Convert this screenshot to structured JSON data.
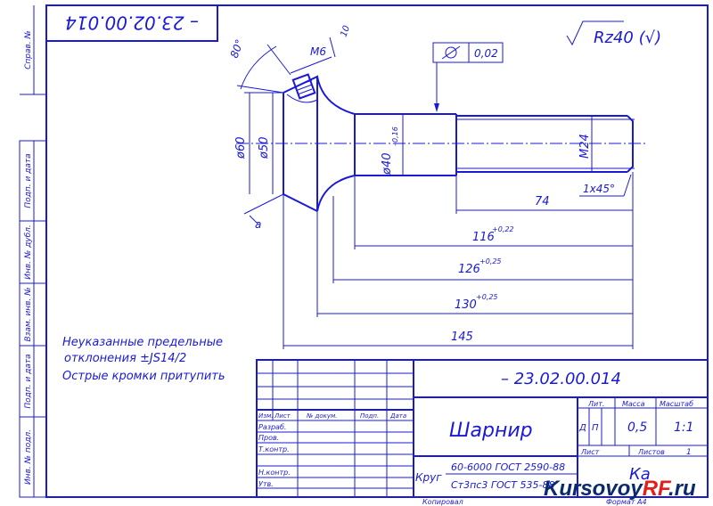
{
  "side_labels": [
    "Справ. №",
    "Подп. и дата",
    "Инв. № дубл.",
    "Взам. инв. №",
    "Подп. и дата",
    "Инв. № подл."
  ],
  "top_stamp": "– 23.02.00.014",
  "roughness": "Rz40 (√)",
  "tolerance_value": "0,02",
  "dims": {
    "angle": "80°",
    "m6": "M6",
    "ten": "10",
    "d60": "ø60",
    "d50": "ø50",
    "d40": "ø40",
    "d40_tol": "–0,16",
    "m24": "M24",
    "chamfer": "1x45°",
    "l74": "74",
    "l116": "116",
    "l116_tol": "+0,22",
    "l126": "126",
    "l126_tol": "+0,25",
    "l130": "130",
    "l130_tol": "+0,25",
    "l145": "145"
  },
  "notes": [
    "Неуказанные предельные",
    "отклонения ±JS14/2",
    "Острые кромки притупить"
  ],
  "title_block": {
    "designation": "– 23.02.00.014",
    "part_name": "Шарнир",
    "headers": [
      "Изм.",
      "Лист",
      "№ докум.",
      "Подп.",
      "Дата"
    ],
    "roles": [
      "Разраб.",
      "Пров.",
      "Т.контр.",
      "Н.контр.",
      "Утв."
    ],
    "lit_label": "Лит.",
    "mass_label": "Масса",
    "scale_label": "Масштаб",
    "lit_cells": [
      "Д",
      "П"
    ],
    "mass": "0,5",
    "scale": "1:1",
    "sheet_label": "Лист",
    "sheets_label": "Листов",
    "sheets_value": "1",
    "material_kind": "Круг",
    "material_line1": "60-6000 ГОСТ 2590-88",
    "material_line2": "Ст3пс3 ГОСТ 535-88",
    "org": "Ка",
    "copied": "Копировал",
    "format": "Формат А4"
  },
  "watermark": {
    "part1": "Kursovoy",
    "part2": "RF",
    "part3": ".ru"
  }
}
